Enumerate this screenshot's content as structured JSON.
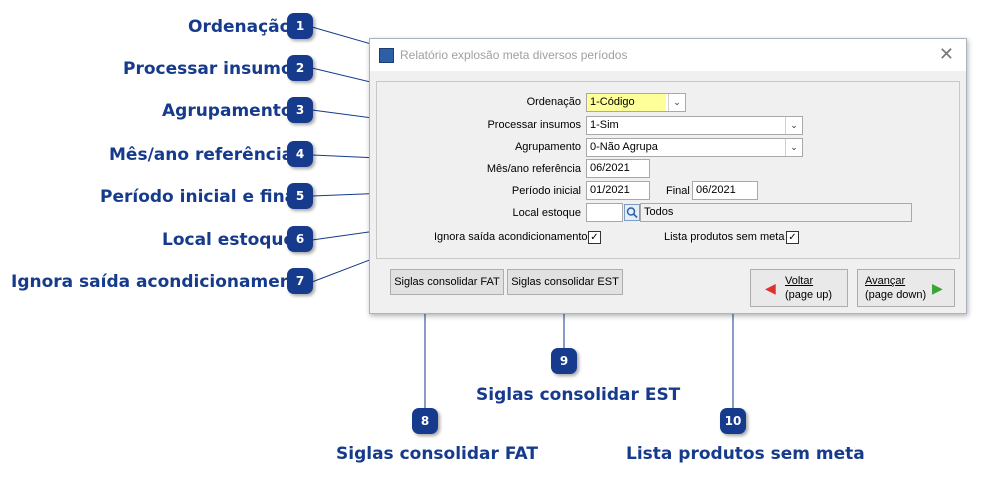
{
  "callouts": [
    {
      "num": "1",
      "label": "Ordenação"
    },
    {
      "num": "2",
      "label": "Processar insumos"
    },
    {
      "num": "3",
      "label": "Agrupamento"
    },
    {
      "num": "4",
      "label": "Mês/ano referência"
    },
    {
      "num": "5",
      "label": "Período inicial e final"
    },
    {
      "num": "6",
      "label": "Local estoque"
    },
    {
      "num": "7",
      "label": "Ignora saída acondicionamento"
    },
    {
      "num": "8",
      "label": "Siglas consolidar FAT"
    },
    {
      "num": "9",
      "label": "Siglas consolidar EST"
    },
    {
      "num": "10",
      "label": "Lista produtos sem meta"
    }
  ],
  "window": {
    "title": "Relatório explosão meta diversos períodos",
    "close": "✕"
  },
  "form": {
    "ordenacao": {
      "label": "Ordenação",
      "value": "1-Código",
      "highlight": "#ffff99"
    },
    "processar": {
      "label": "Processar insumos",
      "value": "1-Sim"
    },
    "agrupamento": {
      "label": "Agrupamento",
      "value": "0-Não Agrupa"
    },
    "mesano": {
      "label": "Mês/ano referência",
      "value": "06/2021"
    },
    "periodo": {
      "label": "Período inicial",
      "inicial": "01/2021",
      "final_label": "Final",
      "final": "06/2021"
    },
    "local": {
      "label": "Local estoque",
      "value": "",
      "desc": "Todos"
    },
    "ignora": {
      "label": "Ignora saída acondicionamento",
      "checked": "✓"
    },
    "lista": {
      "label": "Lista produtos sem meta",
      "checked": "✓"
    }
  },
  "buttons": {
    "fat": "Siglas consolidar FAT",
    "est": "Siglas consolidar EST",
    "voltar_1": "Voltar",
    "voltar_2": "(page up)",
    "avancar_1": "Avançar",
    "avancar_2": "(page down)"
  },
  "colors": {
    "accent": "#163a8c",
    "back_arrow": "#e03030",
    "forward_arrow": "#3aa33a"
  }
}
